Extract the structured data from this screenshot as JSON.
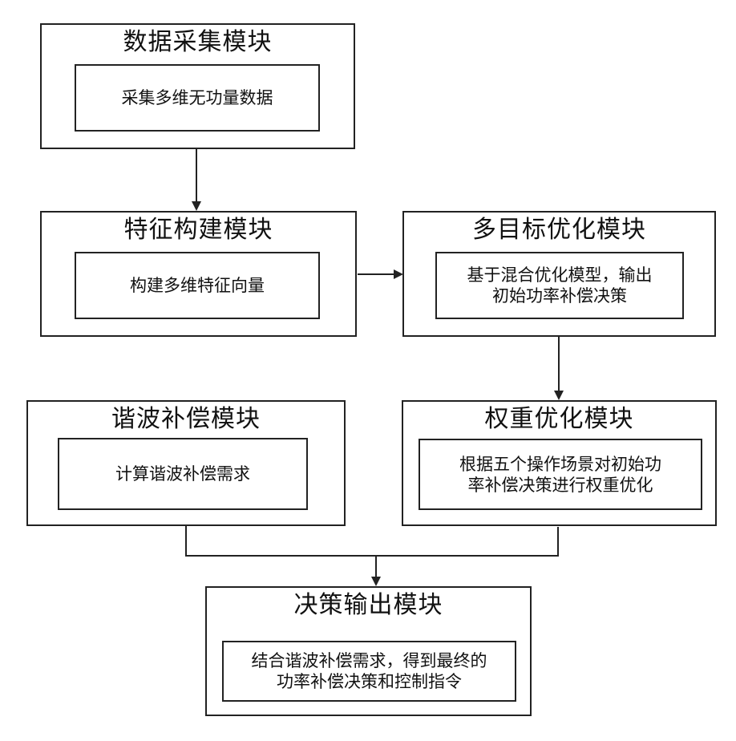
{
  "modules": {
    "data_collection": {
      "title": "数据采集模块",
      "content": "采集多维无功量数据"
    },
    "feature_construction": {
      "title": "特征构建模块",
      "content": "构建多维特征向量"
    },
    "multi_objective_optimization": {
      "title": "多目标优化模块",
      "content": "基于混合优化模型，输出\n初始功率补偿决策"
    },
    "harmonic_compensation": {
      "title": "谐波补偿模块",
      "content": "计算谐波补偿需求"
    },
    "weight_optimization": {
      "title": "权重优化模块",
      "content": "根据五个操作场景对初始功\n率补偿决策进行权重优化"
    },
    "decision_output": {
      "title": "决策输出模块",
      "content": "结合谐波补偿需求，得到最终的\n功率补偿决策和控制指令"
    }
  },
  "colors": {
    "stroke": "#222222",
    "background": "#ffffff",
    "text": "#111111"
  }
}
